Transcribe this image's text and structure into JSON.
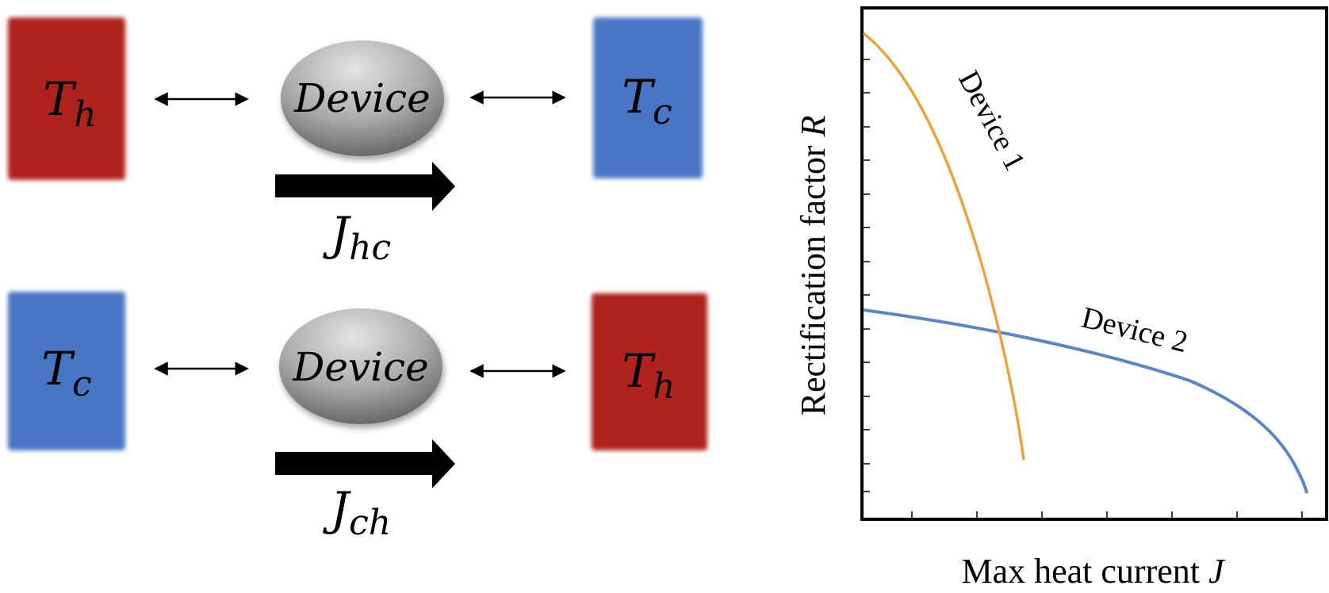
{
  "colors": {
    "hot": "#b0211b",
    "cold": "#4a76c4",
    "device_light": "#d6d6d6",
    "device_dark": "#6e6e6e",
    "device1_curve": "#e8a33a",
    "device2_curve": "#5b86c6",
    "ink": "#000000"
  },
  "top_row": {
    "left_reservoir": {
      "symbol": "T",
      "subscript": "h",
      "color_key": "hot"
    },
    "device_label": "Device",
    "right_reservoir": {
      "symbol": "T",
      "subscript": "c",
      "color_key": "cold"
    },
    "current": {
      "symbol": "J",
      "subscript": "hc"
    }
  },
  "bottom_row": {
    "left_reservoir": {
      "symbol": "T",
      "subscript": "c",
      "color_key": "cold"
    },
    "device_label": "Device",
    "right_reservoir": {
      "symbol": "T",
      "subscript": "h",
      "color_key": "hot"
    },
    "current": {
      "symbol": "J",
      "subscript": "ch"
    }
  },
  "plot": {
    "x_label_text": "Max heat current ",
    "x_label_symbol": "J",
    "y_label_text": "Rectification factor ",
    "y_label_symbol": "R",
    "curve_labels": {
      "device1": "Device 1",
      "device2": "Device 2"
    }
  }
}
